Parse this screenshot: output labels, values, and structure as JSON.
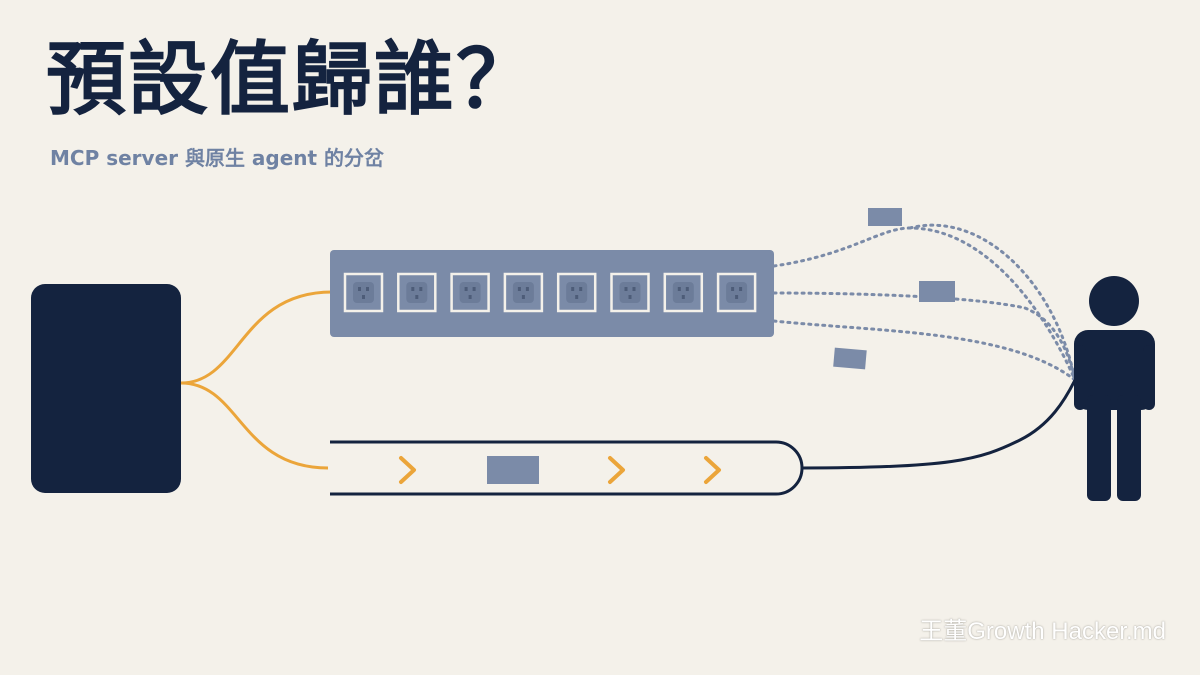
{
  "title": "預設值歸誰？",
  "subtitle": "MCP server 與原生 agent 的分岔",
  "watermark": "王董Growth Hacker.md",
  "colors": {
    "background": "#f4f1ea",
    "navy": "#14233f",
    "slate": "#7b8ba8",
    "orange": "#eba53a",
    "subtitle": "#6f82a3"
  },
  "icons": {
    "left_block": "server-block",
    "power_strip": "power-strip",
    "socket": "socket-icon",
    "pipe": "pipe-tube",
    "arrow": "chevron-right-icon",
    "person": "person-icon",
    "cable": "dotted-cable",
    "plug": "plug-tag"
  }
}
